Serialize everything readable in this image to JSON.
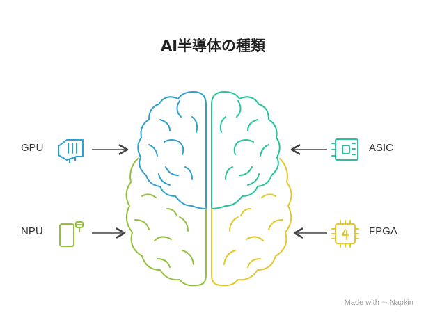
{
  "title": "AI半導体の種類",
  "items": [
    {
      "label": "GPU",
      "icon": "gpu-card-icon",
      "color": "#2f9fd0"
    },
    {
      "label": "NPU",
      "icon": "mobile-chip-icon",
      "color": "#93c13e"
    },
    {
      "label": "ASIC",
      "icon": "circuit-board-icon",
      "color": "#27c29a"
    },
    {
      "label": "FPGA",
      "icon": "fpga-chip-icon",
      "color": "#e3c72b"
    }
  ],
  "brain": {
    "quadrant_colors": {
      "top_left": "#2f9fd0",
      "bottom_left": "#93c13e",
      "top_right": "#27c29a",
      "bottom_right": "#e3c72b"
    }
  },
  "watermark": {
    "made_with": "Made with",
    "brand": "Napkin"
  }
}
